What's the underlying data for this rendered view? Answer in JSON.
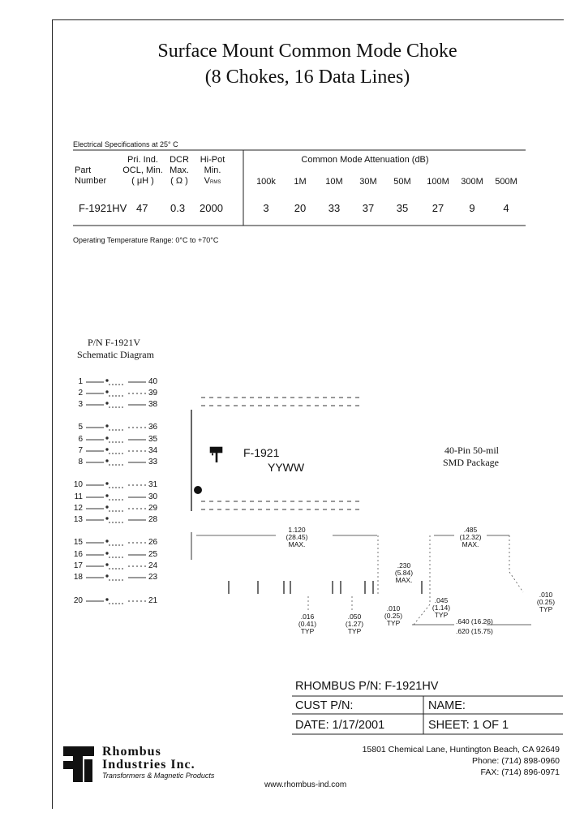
{
  "title_line1": "Surface Mount Common Mode Choke",
  "title_line2": "(8 Chokes, 16 Data Lines)",
  "spec_caption": "Electrical Specifications at 25° C",
  "table": {
    "col_part": [
      "Part",
      "Number"
    ],
    "col_ocl": [
      "Pri. Ind.",
      "OCL, Min.",
      "( μH )"
    ],
    "col_dcr": [
      "DCR",
      "Max.",
      "( Ω )"
    ],
    "col_hipot": [
      "Hi-Pot",
      "Min.",
      "V"
    ],
    "hipot_sub": "RMS",
    "atten_header": "Common Mode Attenuation (dB)",
    "freqs": [
      "100k",
      "1M",
      "10M",
      "30M",
      "50M",
      "100M",
      "300M",
      "500M"
    ],
    "row": {
      "part": "F-1921HV",
      "ocl": "47",
      "dcr": "0.3",
      "hipot": "2000",
      "atten": [
        "3",
        "20",
        "33",
        "37",
        "35",
        "27",
        "9",
        "4"
      ]
    }
  },
  "op_temp": "Operating Temperature Range: 0°C to +70°C",
  "schematic": {
    "pn_label": "P/N  F-1921V",
    "diagram_label": "Schematic Diagram",
    "left_pins": [
      "1",
      "2",
      "3",
      "5",
      "6",
      "7",
      "8",
      "10",
      "11",
      "12",
      "13",
      "15",
      "16",
      "17",
      "18",
      "20"
    ],
    "right_pins": [
      "40",
      "39",
      "38",
      "36",
      "35",
      "34",
      "33",
      "31",
      "30",
      "29",
      "28",
      "26",
      "25",
      "24",
      "23",
      "21"
    ]
  },
  "package": {
    "part_mark": "F-1921",
    "date_mark": "YYWW",
    "desc_line1": "40-Pin 50-mil",
    "desc_line2": "SMD Package",
    "dims": {
      "len": [
        "1.120",
        "(28.45)",
        "MAX."
      ],
      "wid": [
        ".485",
        "(12.32)",
        "MAX."
      ],
      "ht": [
        ".230",
        "(5.84)",
        "MAX."
      ],
      "lead_w": [
        ".016",
        "(0.41)",
        "TYP"
      ],
      "pitch": [
        ".050",
        "(1.27)",
        "TYP"
      ],
      "foot": [
        ".010",
        "(0.25)",
        "TYP"
      ],
      "stand": [
        ".045",
        "(1.14)",
        "TYP"
      ],
      "lead_t": [
        ".010",
        "(0.25)",
        "TYP"
      ],
      "span1": ".640 (16.26)",
      "span2": ".620 (15.75)"
    }
  },
  "title_block": {
    "rhombus_pn": "RHOMBUS P/N:   F-1921HV",
    "cust_pn": "CUST P/N:",
    "name": "NAME:",
    "date": "DATE:    1/17/2001",
    "sheet": "SHEET:     1  OF  1"
  },
  "company": {
    "name1": "Rhombus",
    "name2": "Industries Inc.",
    "tagline": "Transformers & Magnetic Products",
    "address": "15801 Chemical Lane, Huntington Beach, CA 92649",
    "phone": "Phone:  (714) 898-0960",
    "fax": "FAX:  (714) 896-0971",
    "web": "www.rhombus-ind.com"
  }
}
